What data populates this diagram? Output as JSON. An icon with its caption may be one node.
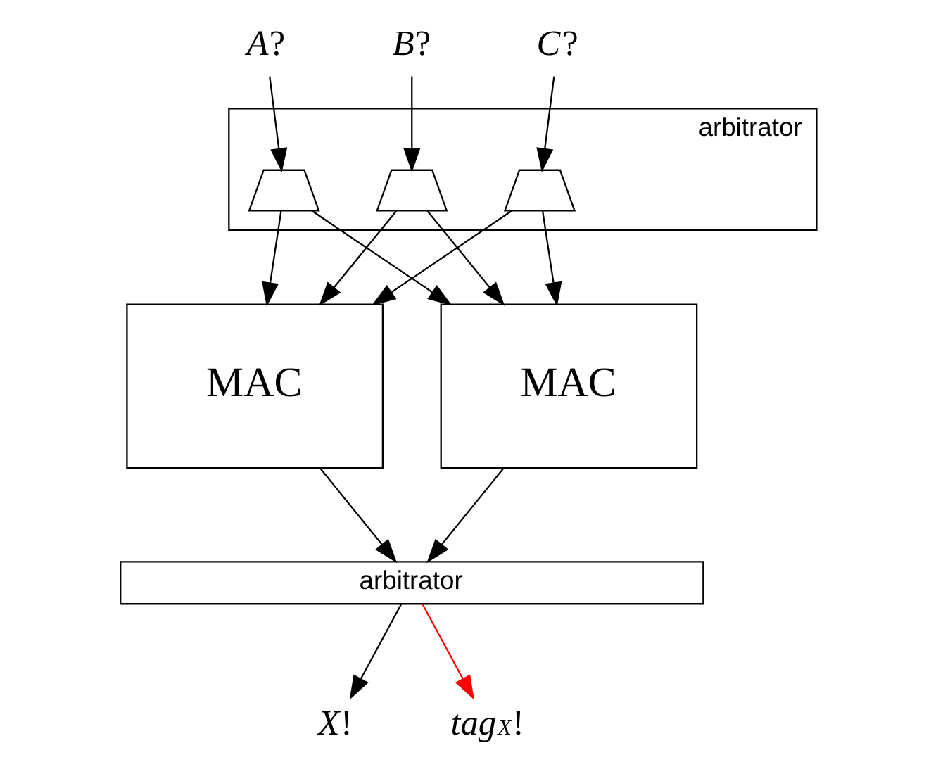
{
  "diagram": {
    "nodes": [
      {
        "text": [
          "*A*?"
        ]
      },
      {
        "text": [
          "*B*?"
        ]
      },
      {
        "text": [
          "*C*?"
        ]
      },
      {
        "text": [
          "arbitrator"
        ]
      },
      {
        "text": [],
        "shape": "trapezium",
        "in": 3
      },
      {
        "text": [],
        "shape": "trapezium",
        "in": 3
      },
      {
        "text": [],
        "shape": "trapezium",
        "in": 3
      },
      {
        "text": [
          "MAC"
        ]
      },
      {
        "text": [
          "MAC"
        ]
      },
      {
        "text": [
          "arbitrator"
        ]
      },
      {
        "text": [
          "*X*!"
        ]
      },
      {
        "text": [
          "*tag$_{X}$*!"
        ]
      }
    ],
    "edges": [
      {
        "from": 0,
        "to": 4,
        "arrow": "to"
      },
      {
        "from": 1,
        "to": 5,
        "arrow": "to"
      },
      {
        "from": 2,
        "to": 6,
        "arrow": "to"
      },
      {
        "from": 4,
        "to": 7,
        "arrow": "to"
      },
      {
        "from": 4,
        "to": 8,
        "arrow": "to"
      },
      {
        "from": 5,
        "to": 7,
        "arrow": "to"
      },
      {
        "from": 5,
        "to": 8,
        "arrow": "to"
      },
      {
        "from": 6,
        "to": 7,
        "arrow": "to"
      },
      {
        "from": 6,
        "to": 8,
        "arrow": "to"
      },
      {
        "from": 7,
        "to": 9,
        "arrow": "to"
      },
      {
        "from": 8,
        "to": 9,
        "arrow": "to"
      },
      {
        "from": 9,
        "to": 10,
        "arrow": "to"
      },
      {
        "from": 9,
        "to": 11,
        "arrow": "to",
        "color": "#ff0000"
      }
    ]
  }
}
